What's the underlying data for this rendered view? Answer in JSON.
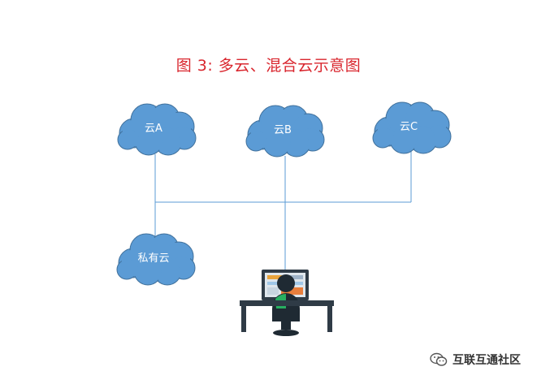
{
  "title": "图 3: 多云、混合云示意图",
  "clouds": {
    "a": "云A",
    "b": "云B",
    "c": "云C",
    "private": "私有云"
  },
  "footer": {
    "icon": "wechat-icon",
    "label": "互联互通社区"
  },
  "colors": {
    "title": "#d9262e",
    "cloud": "#5b9bd5",
    "cloud_outline": "#41719c",
    "line": "#5b9bd5",
    "desk": "#2f3b46",
    "person_shirt": "#27ae60"
  }
}
